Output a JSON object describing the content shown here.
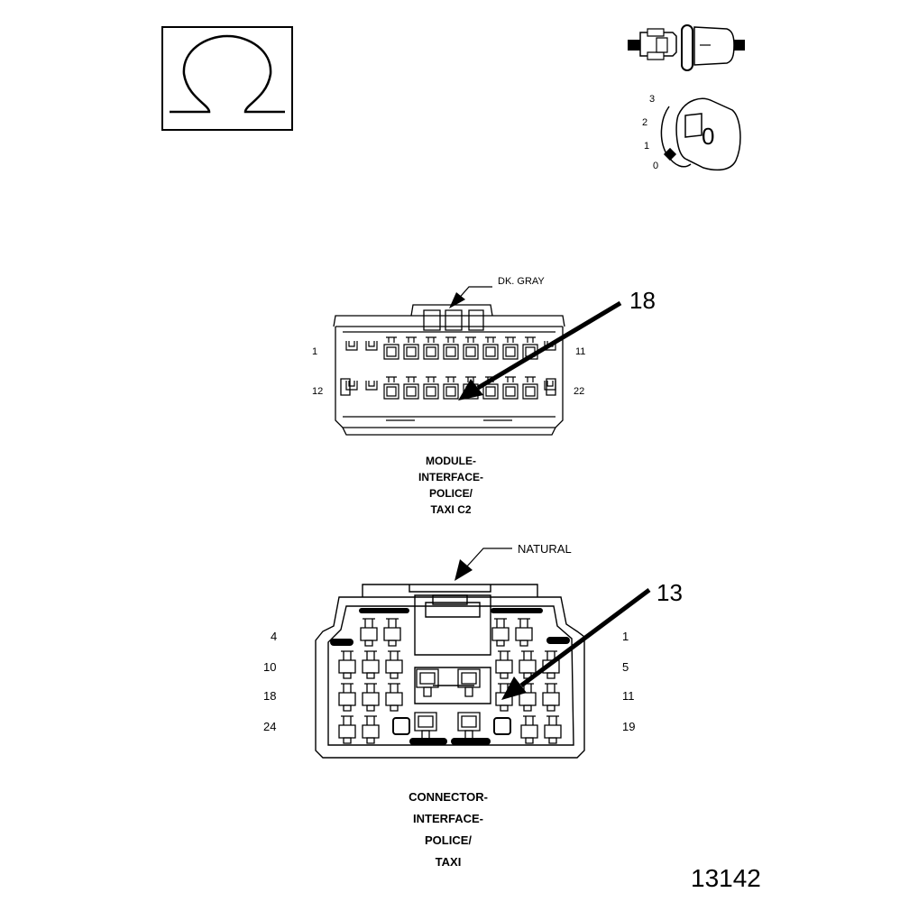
{
  "symbols": {
    "omega_icon": "ohm-meter-icon",
    "switch_icon": "connector-disconnect-icon",
    "key_icon": "ignition-key-icon",
    "key_positions": [
      "3",
      "2",
      "1",
      "0"
    ],
    "key_label": "0"
  },
  "connector_c2": {
    "color_label": "DK. GRAY",
    "callout_number": "18",
    "pin_left_top": "1",
    "pin_right_top": "11",
    "pin_left_bottom": "12",
    "pin_right_bottom": "22",
    "caption_lines": [
      "MODULE-",
      "INTERFACE-",
      "POLICE/",
      "TAXI C2"
    ]
  },
  "connector_interface": {
    "color_label": "NATURAL",
    "callout_number": "13",
    "left_rows": [
      "4",
      "10",
      "18",
      "24"
    ],
    "right_rows": [
      "1",
      "5",
      "11",
      "19"
    ],
    "caption_lines": [
      "CONNECTOR-",
      "INTERFACE-",
      "POLICE/",
      "TAXI"
    ]
  },
  "figure_number": "13142",
  "colors": {
    "ink": "#000000",
    "paper": "#ffffff"
  }
}
